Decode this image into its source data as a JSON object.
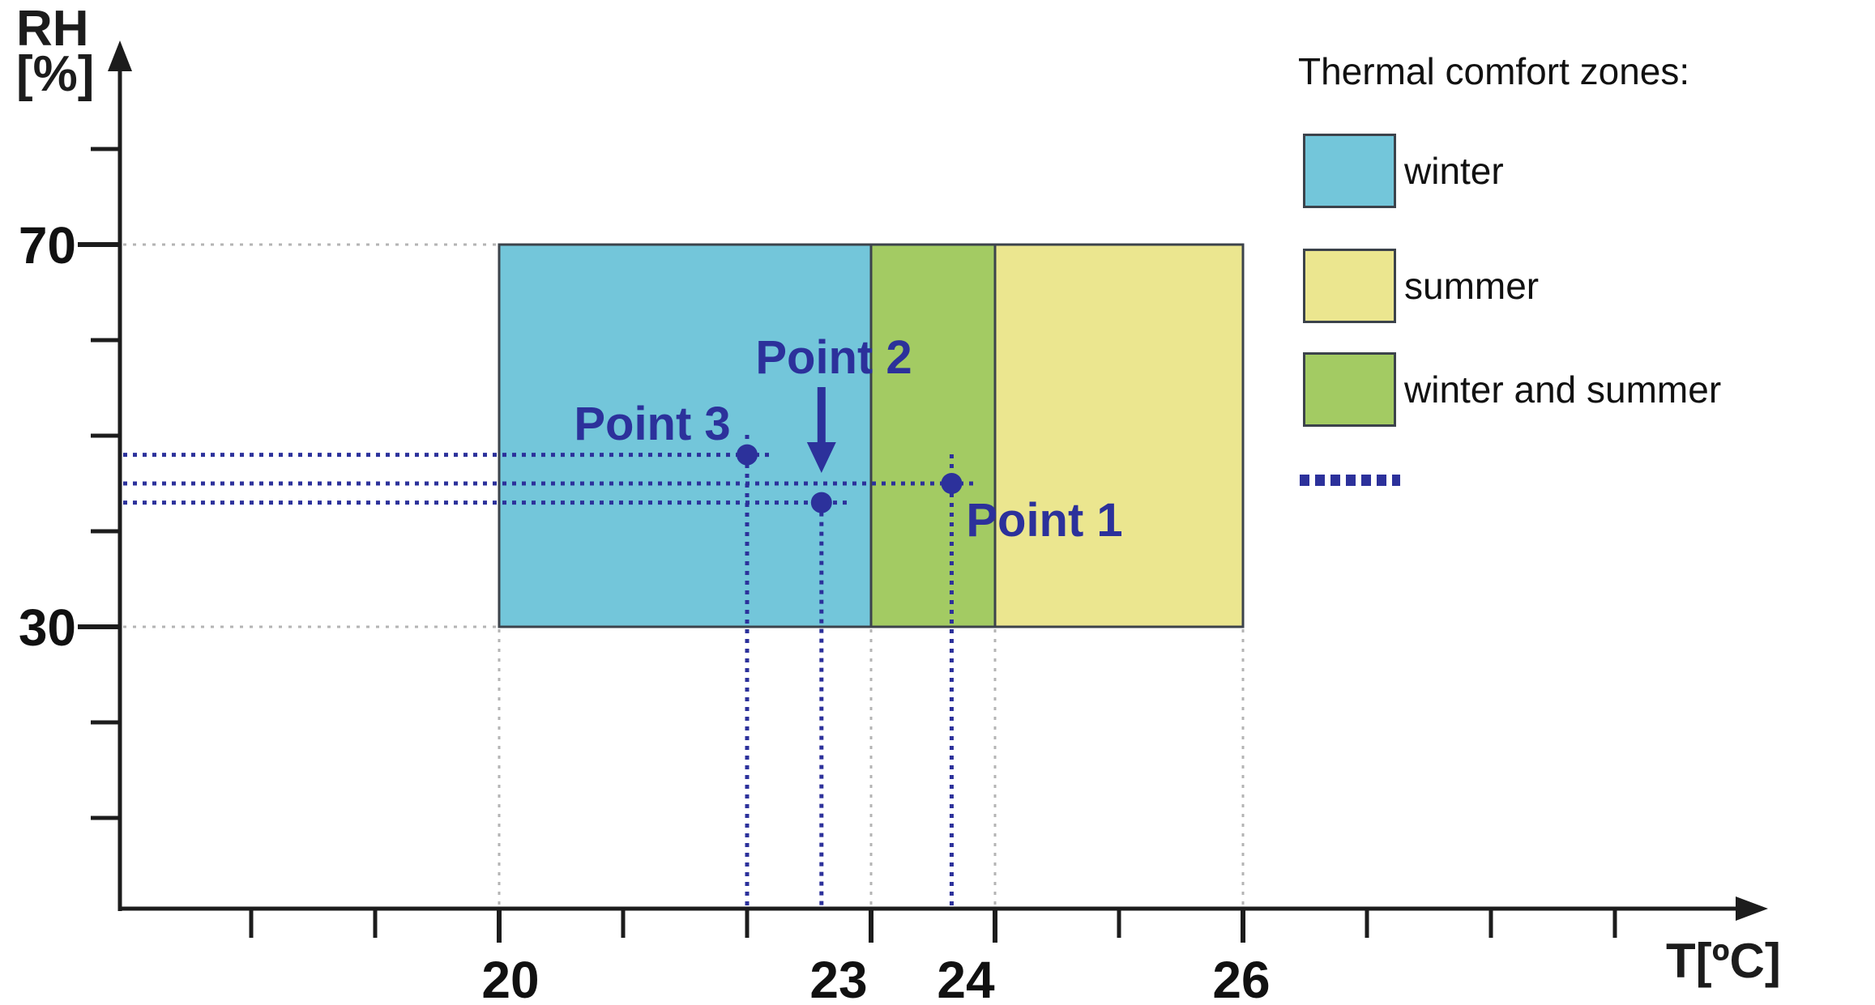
{
  "page": {
    "background": "#ffffff"
  },
  "chart_data": {
    "type": "scatter",
    "title": "",
    "xlabel": "T[ºC]",
    "ylabel_line1": "RH",
    "ylabel_line2": "[%]",
    "xlim": [
      17.5,
      29.8
    ],
    "ylim": [
      0,
      85
    ],
    "grid": "dashed reference lines only",
    "x_ticks_labeled": [
      20,
      23,
      24,
      26
    ],
    "x_ticks_minor": [
      18,
      19,
      21,
      22,
      25,
      27,
      28,
      29
    ],
    "y_ticks_labeled": [
      70,
      30
    ],
    "y_ticks_minor": [
      80,
      60,
      50,
      40,
      20,
      10
    ],
    "zones": [
      {
        "name": "winter",
        "t_min": 20,
        "t_max": 23,
        "rh_min": 30,
        "rh_max": 70,
        "color": "#73c6da"
      },
      {
        "name": "winter and summer",
        "t_min": 23,
        "t_max": 24,
        "rh_min": 30,
        "rh_max": 70,
        "color": "#a3cb63"
      },
      {
        "name": "summer",
        "t_min": 24,
        "t_max": 26,
        "rh_min": 30,
        "rh_max": 70,
        "color": "#ebe68f"
      }
    ],
    "points": [
      {
        "label": "Point 3",
        "t": 22.0,
        "rh": 48,
        "label_position": "above-left"
      },
      {
        "label": "Point 2",
        "t": 22.6,
        "rh": 43,
        "label_position": "above-with-arrow"
      },
      {
        "label": "Point 1",
        "t": 23.65,
        "rh": 45,
        "label_position": "below-right"
      }
    ],
    "legend": {
      "title": "Thermal comfort zones:",
      "items": [
        {
          "style": "swatch",
          "color": "#73c6da",
          "label": "winter"
        },
        {
          "style": "swatch",
          "color": "#ebe68f",
          "label": "summer"
        },
        {
          "style": "swatch",
          "color": "#a3cb63",
          "label": "winter and summer"
        },
        {
          "style": "dotted-line",
          "color": "#2c319b",
          "label": ""
        }
      ]
    },
    "colors": {
      "point_accent": "#2c319b",
      "guide_gray": "#b4b4b4",
      "axis": "#1c1c1c",
      "zone_border": "#3c434b"
    }
  }
}
